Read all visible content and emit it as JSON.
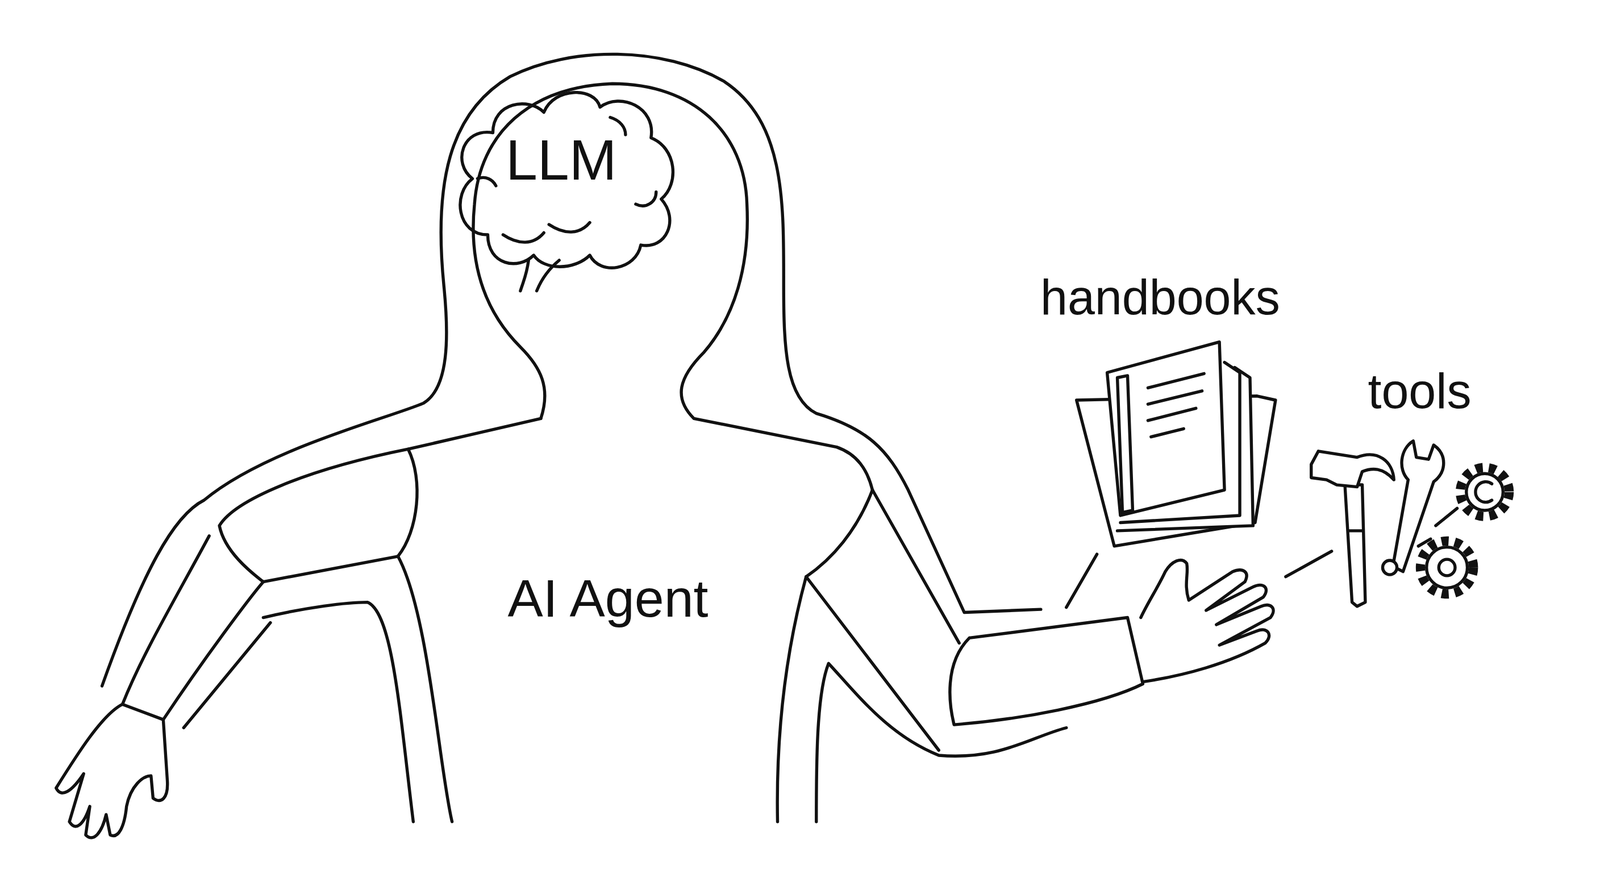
{
  "diagram": {
    "nodes": [
      {
        "text": [
          "AI Agent"
        ]
      },
      {
        "text": [
          "LLM"
        ],
        "in": 0
      }
    ],
    "labels": [
      "handbooks",
      "tools"
    ]
  }
}
